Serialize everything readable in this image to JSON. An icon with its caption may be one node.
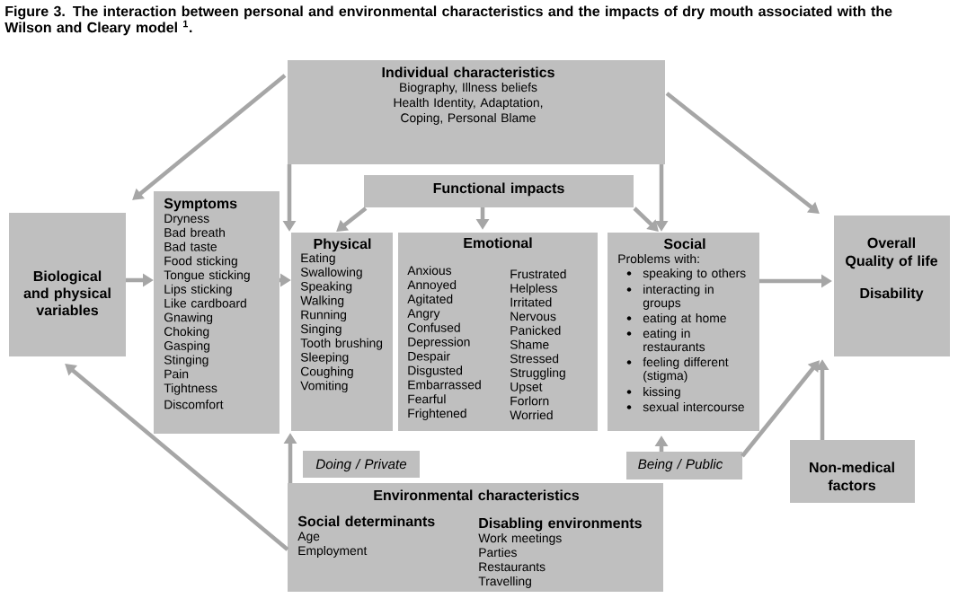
{
  "diagram": {
    "title": "Figure 3. The interaction between personal and environmental characteristics and the impacts of dry mouth associated with the Wilson and Cleary model $^{1}$.",
    "nodes": [
      {
        "text": [
          "Individual characteristics",
          "Biography, Illness beliefs Health Identity, Adaptation, Coping, Personal Blame"
        ]
      },
      {
        "text": [
          "Biological and physical variables"
        ]
      },
      {
        "text": [
          "Symptoms",
          "Dryness",
          "Bad breath",
          "Bad taste",
          "Food sticking",
          "Tongue sticking",
          "Lips sticking",
          "Like cardboard",
          "Gnawing",
          "Choking",
          "Gasping",
          "Stinging",
          "Pain",
          "Tightness",
          "Discomfort"
        ]
      },
      {
        "text": [
          "Functional impacts"
        ]
      },
      {
        "text": [
          "Physical",
          "Eating",
          "Swallowing",
          "Speaking",
          "Walking",
          "Running",
          "Singing",
          "Tooth brushing",
          "Sleeping",
          "Coughing",
          "Vomiting"
        ]
      },
      {
        "text": [
          "Emotional",
          "Anxious",
          "Annoyed",
          "Agitated",
          "Angry",
          "Confused",
          "Depression",
          "Despair",
          "Disgusted",
          "Embarrassed",
          "Fearful",
          "Frightened",
          "Frustrated",
          "Helpless",
          "Irritated",
          "Nervous",
          "Panicked",
          "Shame",
          "Stressed",
          "Struggling",
          "Upset",
          "Forlorn",
          "Worried"
        ]
      },
      {
        "text": [
          "Social",
          "Problems with:",
          "speaking to others",
          "interacting in groups",
          "eating at home",
          "eating in restaurants",
          "feeling different (stigma)",
          "kissing",
          "sexual intercourse"
        ]
      },
      {
        "text": [
          "Overall Quality of life",
          "Disability"
        ]
      },
      {
        "text": [
          "Doing / Private"
        ]
      },
      {
        "text": [
          "Being / Public"
        ]
      },
      {
        "text": [
          "Environmental characteristics",
          "Social determinants",
          "Age",
          "Employment",
          "Disabling environments",
          "Work meetings",
          "Parties",
          "Restaurants",
          "Travelling"
        ]
      },
      {
        "text": [
          "Non-medical factors"
        ]
      }
    ],
    "edges": [
      {
        "from": 0,
        "to": 2,
        "arrow": "to"
      },
      {
        "from": 0,
        "to": 7,
        "arrow": "to"
      },
      {
        "from": 0,
        "to": 4,
        "arrow": "to"
      },
      {
        "from": 0,
        "to": 6,
        "arrow": "to"
      },
      {
        "from": 3,
        "to": 4,
        "arrow": "to"
      },
      {
        "from": 3,
        "to": 5,
        "arrow": "to"
      },
      {
        "from": 3,
        "to": 6,
        "arrow": "to"
      },
      {
        "from": 1,
        "to": 2,
        "arrow": "to"
      },
      {
        "from": 2,
        "to": 4,
        "arrow": "to"
      },
      {
        "from": 6,
        "to": 7,
        "arrow": "to"
      },
      {
        "from": 10,
        "to": 1,
        "arrow": "to"
      },
      {
        "from": 10,
        "to": 4,
        "arrow": "to"
      },
      {
        "from": 9,
        "to": 6,
        "arrow": "to"
      },
      {
        "from": 9,
        "to": 7,
        "arrow": "to"
      },
      {
        "from": 11,
        "to": 7,
        "arrow": "to"
      }
    ]
  }
}
